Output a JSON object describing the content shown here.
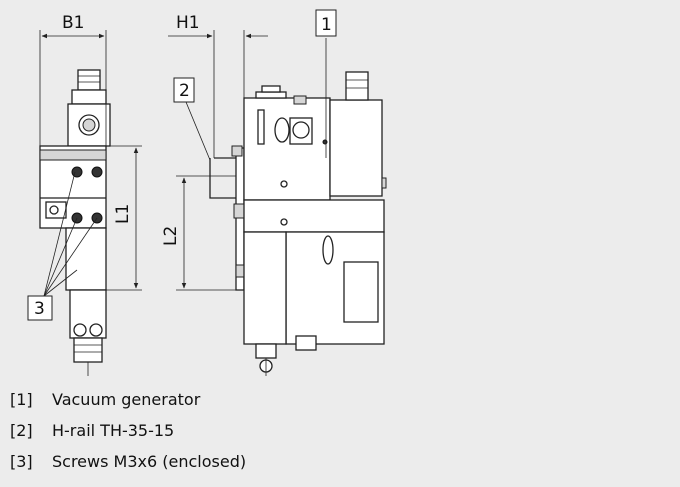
{
  "dimensions": {
    "b1": "B1",
    "h1": "H1",
    "l1": "L1",
    "l2": "L2"
  },
  "callouts": {
    "c1": "1",
    "c2": "2",
    "c3": "3"
  },
  "legend": [
    {
      "number": "[1]",
      "text": "Vacuum generator"
    },
    {
      "number": "[2]",
      "text": "H-rail TH-35-15"
    },
    {
      "number": "[3]",
      "text": "Screws M3x6 (enclosed)"
    }
  ]
}
